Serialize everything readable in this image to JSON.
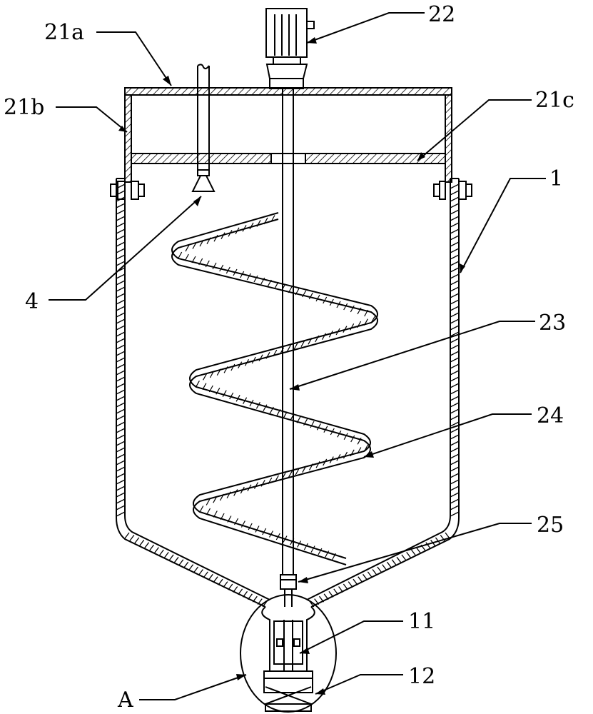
{
  "labels": {
    "l21a": "21a",
    "l21b": "21b",
    "l21c": "21c",
    "l22": "22",
    "l1": "1",
    "l4": "4",
    "l23": "23",
    "l24": "24",
    "l25": "25",
    "l11": "11",
    "l12": "12",
    "lA": "A"
  },
  "colors": {
    "line": "#000000",
    "background": "#ffffff"
  }
}
